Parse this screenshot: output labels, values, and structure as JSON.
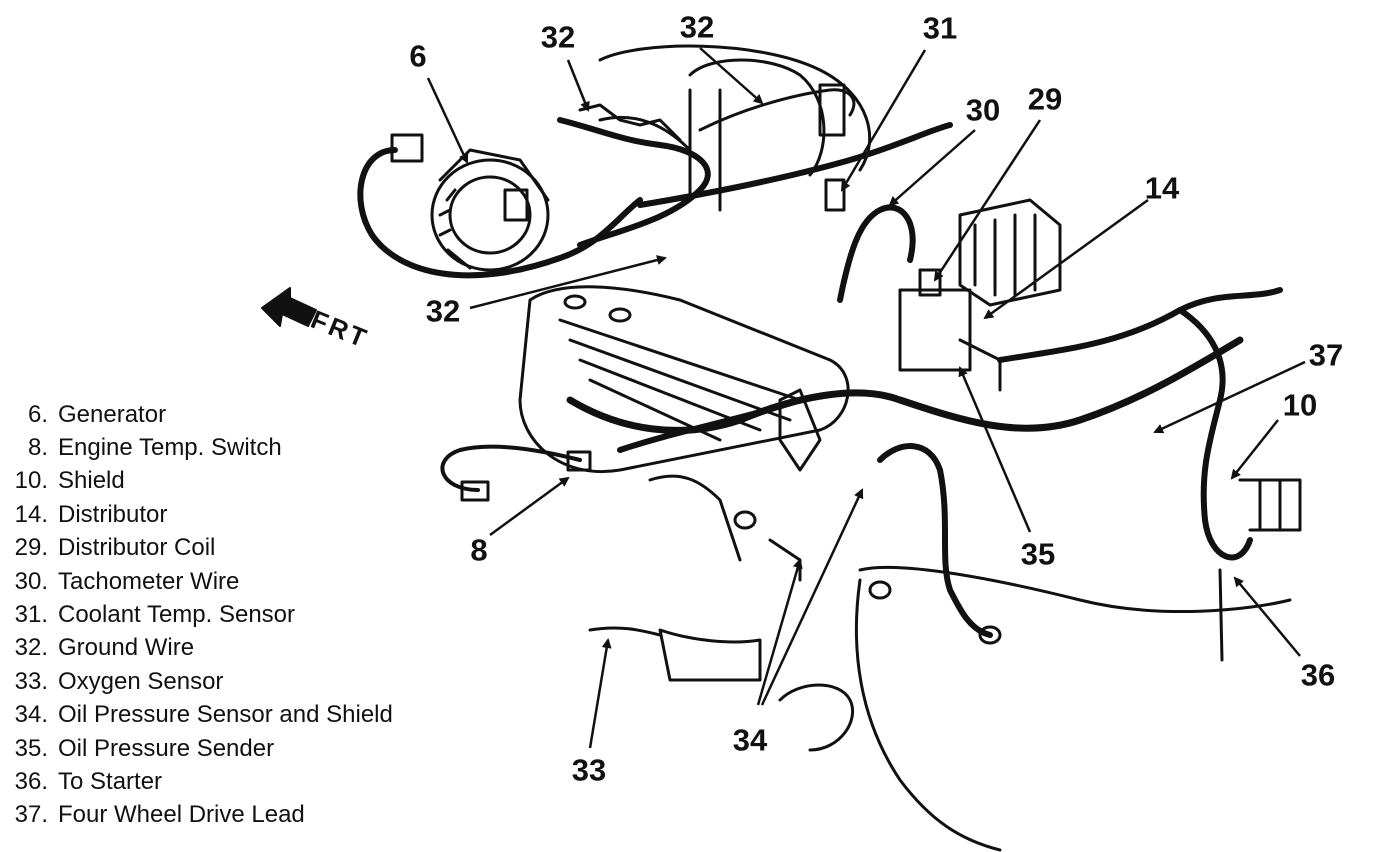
{
  "orientation_label": "FRT",
  "callouts": {
    "c6": "6",
    "c32a": "32",
    "c32b": "32",
    "c31": "31",
    "c30": "30",
    "c29": "29",
    "c14": "14",
    "c32c": "32",
    "c37": "37",
    "c10": "10",
    "c8": "8",
    "c35": "35",
    "c36": "36",
    "c34": "34",
    "c33": "33"
  },
  "legend": [
    {
      "num": "6.",
      "label": "Generator"
    },
    {
      "num": "8.",
      "label": "Engine Temp. Switch"
    },
    {
      "num": "10.",
      "label": "Shield"
    },
    {
      "num": "14.",
      "label": "Distributor"
    },
    {
      "num": "29.",
      "label": "Distributor Coil"
    },
    {
      "num": "30.",
      "label": "Tachometer Wire"
    },
    {
      "num": "31.",
      "label": "Coolant Temp. Sensor"
    },
    {
      "num": "32.",
      "label": "Ground Wire"
    },
    {
      "num": "33.",
      "label": "Oxygen Sensor"
    },
    {
      "num": "34.",
      "label": "Oil Pressure Sensor and Shield"
    },
    {
      "num": "35.",
      "label": "Oil Pressure Sender"
    },
    {
      "num": "36.",
      "label": "To Starter"
    },
    {
      "num": "37.",
      "label": "Four Wheel Drive Lead"
    }
  ]
}
